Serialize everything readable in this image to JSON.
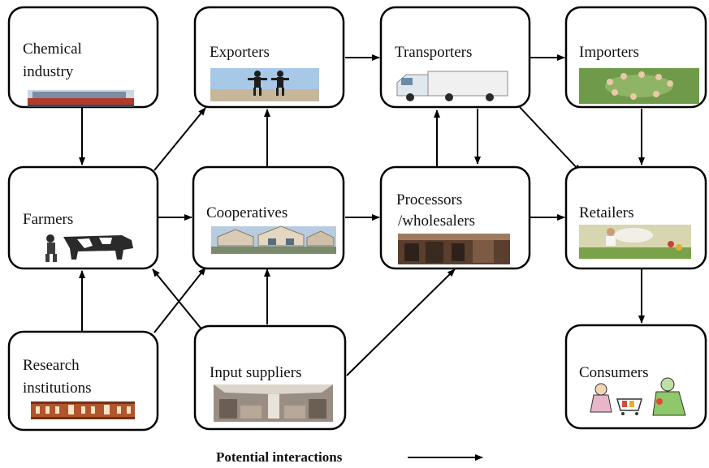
{
  "diagram": {
    "nodes": {
      "chemical": {
        "line1": "Chemical",
        "line2": "industry",
        "picture": "cargo-ship"
      },
      "exporters": {
        "label": "Exporters",
        "picture": "people-jumping"
      },
      "transporters": {
        "label": "Transporters",
        "picture": "delivery-truck"
      },
      "importers": {
        "label": "Importers",
        "picture": "group-circle"
      },
      "farmers": {
        "label": "Farmers",
        "picture": "farmer-with-cow"
      },
      "cooperatives": {
        "label": "Cooperatives",
        "picture": "houses"
      },
      "processors": {
        "line1": "Processors",
        "line2": "/wholesalers",
        "picture": "warehouse-interior"
      },
      "retailers": {
        "label": "Retailers",
        "picture": "market-stall"
      },
      "research": {
        "line1": "Research",
        "line2": "institutions",
        "picture": "research-building"
      },
      "input_suppliers": {
        "label": "Input suppliers",
        "picture": "market-hall"
      },
      "consumers": {
        "label": "Consumers",
        "picture": "shoppers-cartoon"
      }
    },
    "edges": [
      {
        "from": "chemical",
        "to": "farmers"
      },
      {
        "from": "farmers",
        "to": "exporters"
      },
      {
        "from": "farmers",
        "to": "cooperatives"
      },
      {
        "from": "cooperatives",
        "to": "exporters"
      },
      {
        "from": "cooperatives",
        "to": "processors"
      },
      {
        "from": "exporters",
        "to": "transporters"
      },
      {
        "from": "transporters",
        "to": "importers"
      },
      {
        "from": "transporters",
        "to": "processors"
      },
      {
        "from": "processors",
        "to": "transporters"
      },
      {
        "from": "transporters",
        "to": "retailers"
      },
      {
        "from": "importers",
        "to": "retailers"
      },
      {
        "from": "processors",
        "to": "retailers"
      },
      {
        "from": "retailers",
        "to": "consumers"
      },
      {
        "from": "research",
        "to": "farmers"
      },
      {
        "from": "research",
        "to": "cooperatives"
      },
      {
        "from": "input_suppliers",
        "to": "farmers"
      },
      {
        "from": "input_suppliers",
        "to": "cooperatives"
      },
      {
        "from": "input_suppliers",
        "to": "processors"
      }
    ],
    "legend": {
      "label": "Potential interactions"
    }
  }
}
